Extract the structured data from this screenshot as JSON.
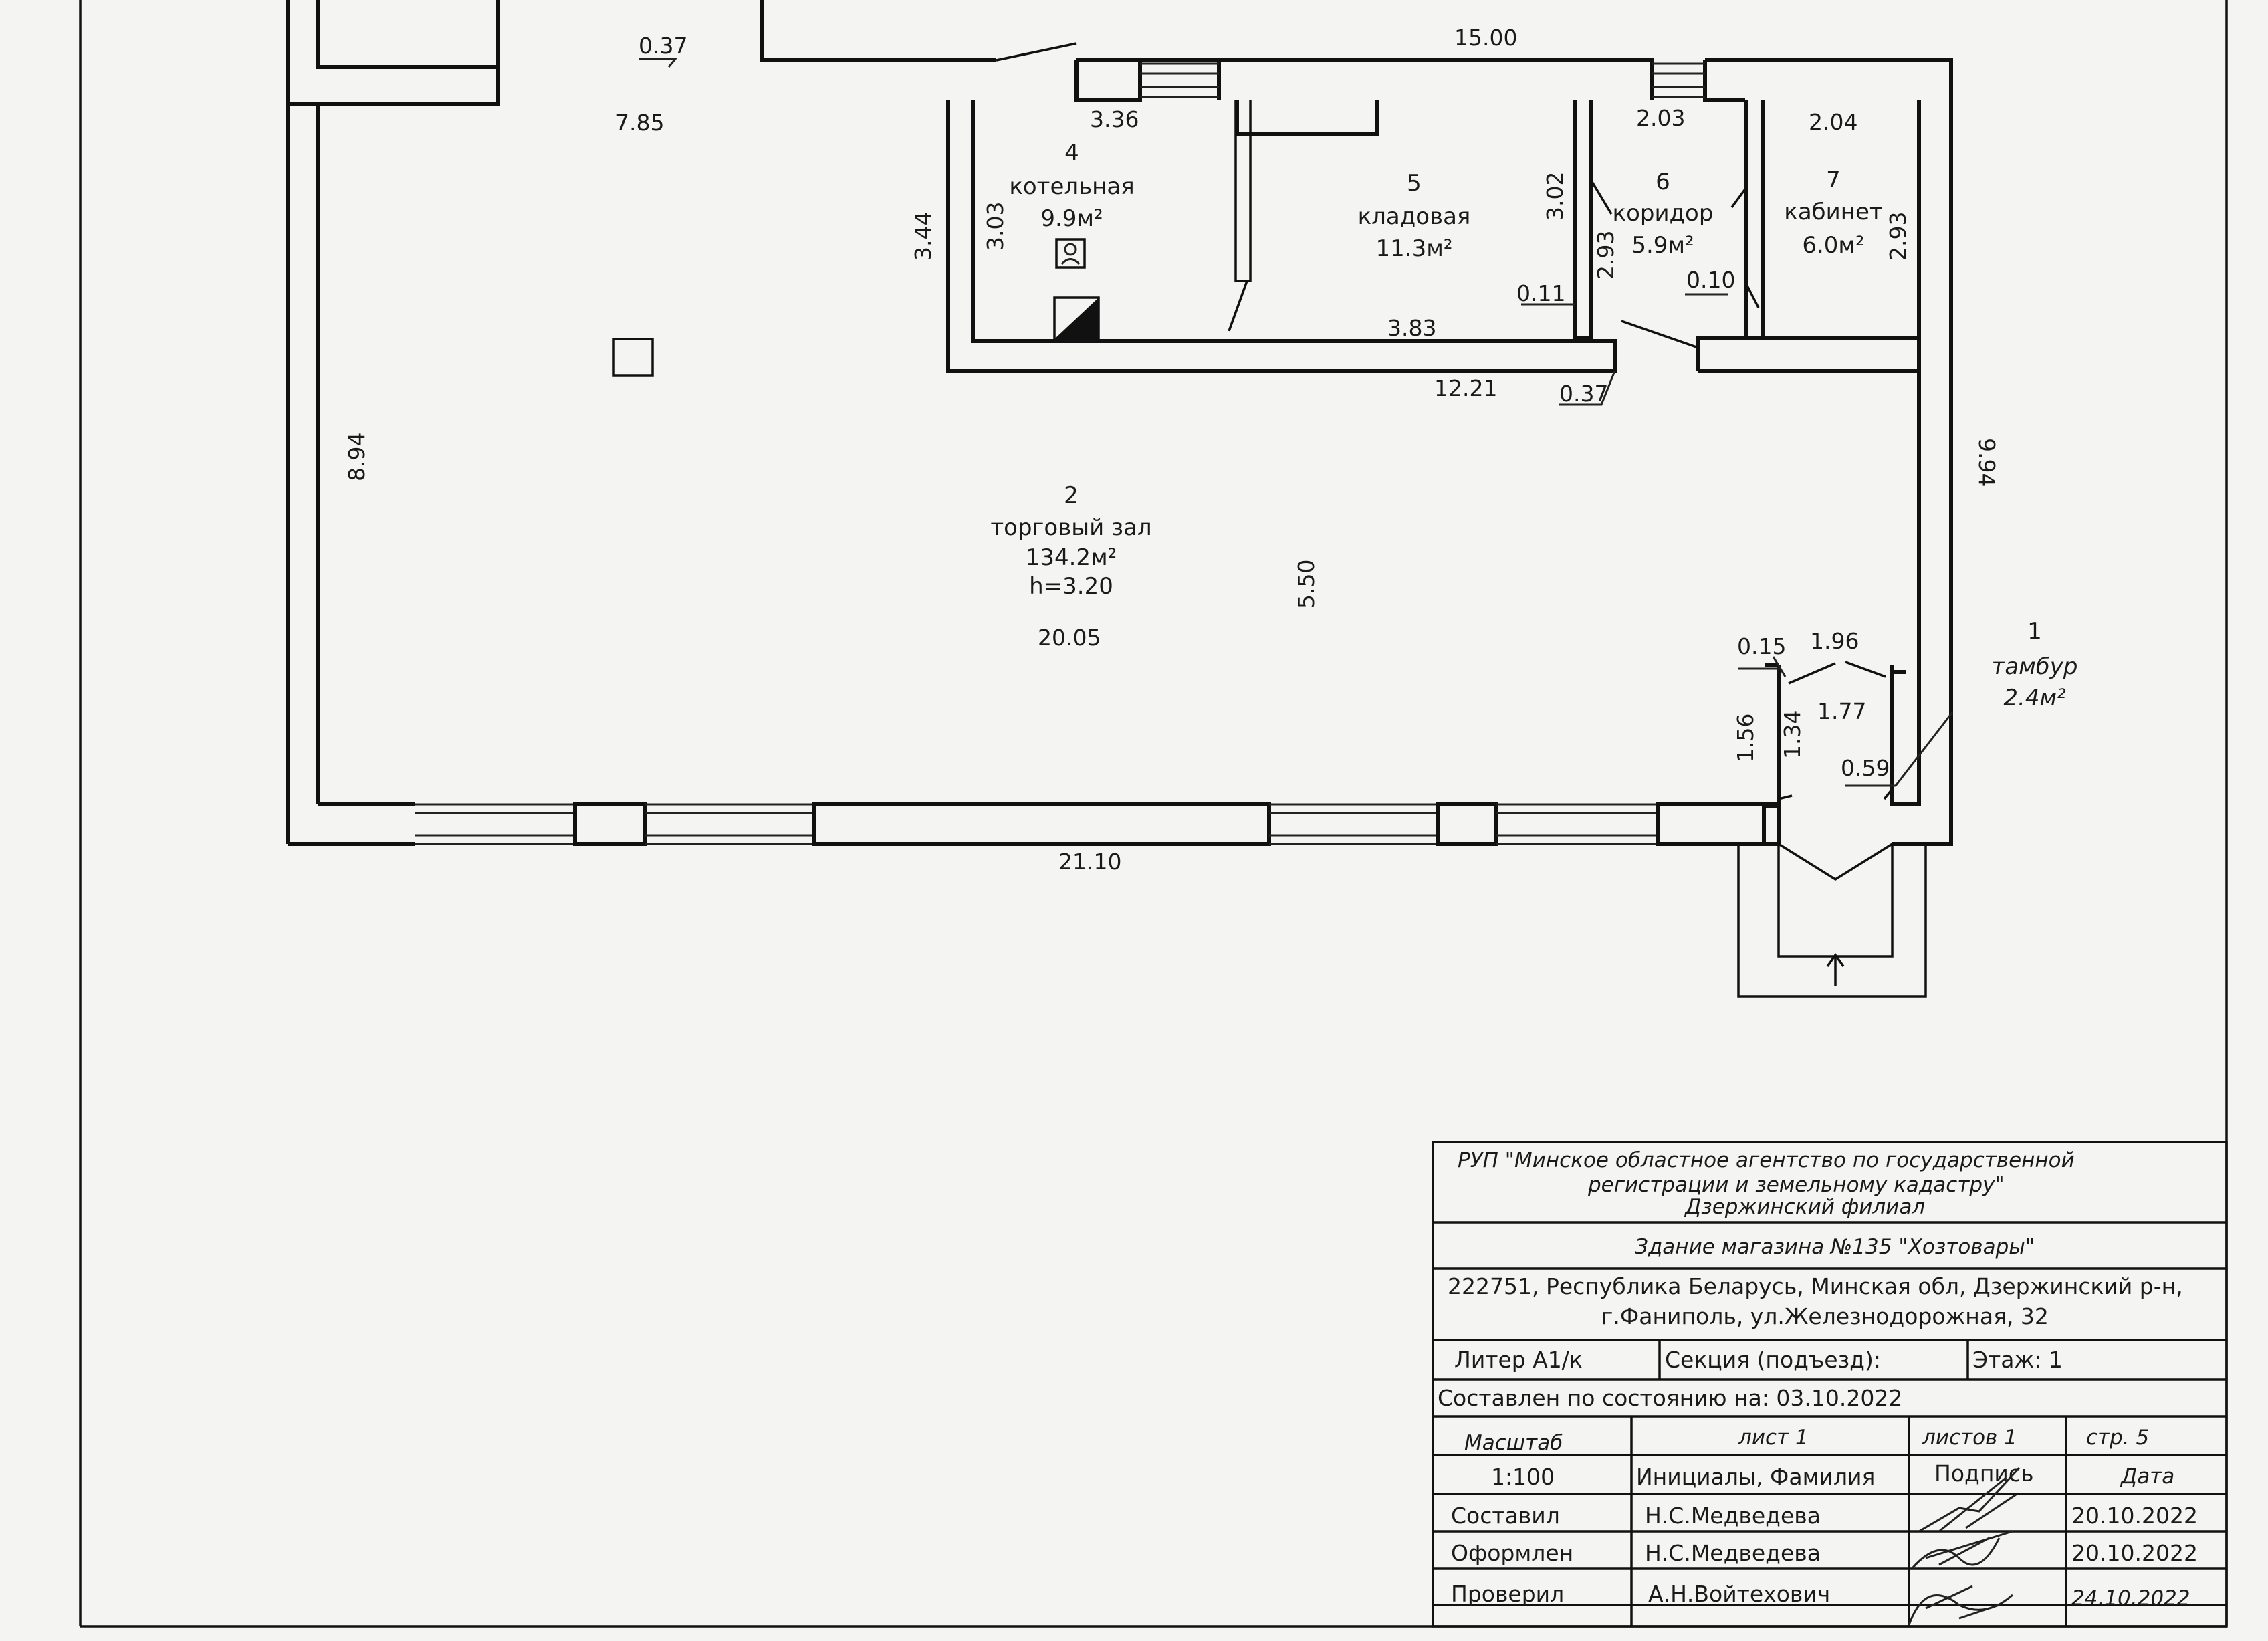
{
  "dimensions": {
    "top_wall_length": "15.00",
    "top_left_wall_thickness": "0.37",
    "top_left_segment": "7.85",
    "boiler_room_width": "3.36",
    "outer_height_left": "3.44",
    "boiler_room_height": "3.03",
    "corridor_width": "2.03",
    "office_width": "2.04",
    "corridor_height_top": "3.02",
    "corridor_door_height": "2.93",
    "office_height": "2.93",
    "corridor_wall_a": "0.11",
    "corridor_wall_b": "0.10",
    "storeroom_width": "3.83",
    "inner_wall_length": "12.21",
    "inner_wall_thickness": "0.37",
    "hall_height_left": "8.94",
    "hall_height_right": "9.94",
    "hall_mid_dim": "5.50",
    "hall_width": "20.05",
    "bottom_wall_length": "21.10",
    "vestibule_wall": "0.15",
    "vestibule_width": "1.96",
    "vestibule_inner_width": "1.77",
    "vestibule_height_outer": "1.56",
    "vestibule_height_inner": "1.34",
    "vestibule_door": "0.59"
  },
  "rooms": {
    "boiler": {
      "number": "4",
      "name": "котельная",
      "area": "9.9м²"
    },
    "storeroom": {
      "number": "5",
      "name": "кладовая",
      "area": "11.3м²"
    },
    "corridor": {
      "number": "6",
      "name": "коридор",
      "area": "5.9м²"
    },
    "office": {
      "number": "7",
      "name": "кабинет",
      "area": "6.0м²"
    },
    "hall": {
      "number": "2",
      "name": "торговый зал",
      "area": "134.2м²",
      "height": "h=3.20"
    },
    "vestibule": {
      "number": "1",
      "name": "тамбур",
      "area": "2.4м²"
    }
  },
  "title_block": {
    "org_line1": "РУП \"Минское областное агентство по государственной",
    "org_line2": "регистрации и земельному кадастру\"",
    "org_line3": "Дзержинский филиал",
    "building": "Здание магазина №135 \"Хозтовары\"",
    "address_line1": "222751, Республика Беларусь, Минская обл, Дзержинский р-н,",
    "address_line2": "г.Фаниполь, ул.Железнодорожная, 32",
    "liter": "Литер А1/к",
    "section": "Секция (подъезд):",
    "floor": "Этаж: 1",
    "state_as_of": "Составлен по состоянию на: 03.10.2022",
    "scale_label": "Масштаб",
    "scale_value": "1:100",
    "sheet_label": "лист 1",
    "sheets_label": "листов 1",
    "page_label": "стр.  5",
    "name_header": "Инициалы, Фамилия",
    "signature_header": "Подпись",
    "date_header": "Дата",
    "rows": [
      {
        "role": "Составил",
        "name": "Н.С.Медведева",
        "date": "20.10.2022"
      },
      {
        "role": "Оформлен",
        "name": "Н.С.Медведева",
        "date": "20.10.2022"
      },
      {
        "role": "Проверил",
        "name": "А.Н.Войтехович",
        "date": "24.10.2022"
      }
    ]
  }
}
